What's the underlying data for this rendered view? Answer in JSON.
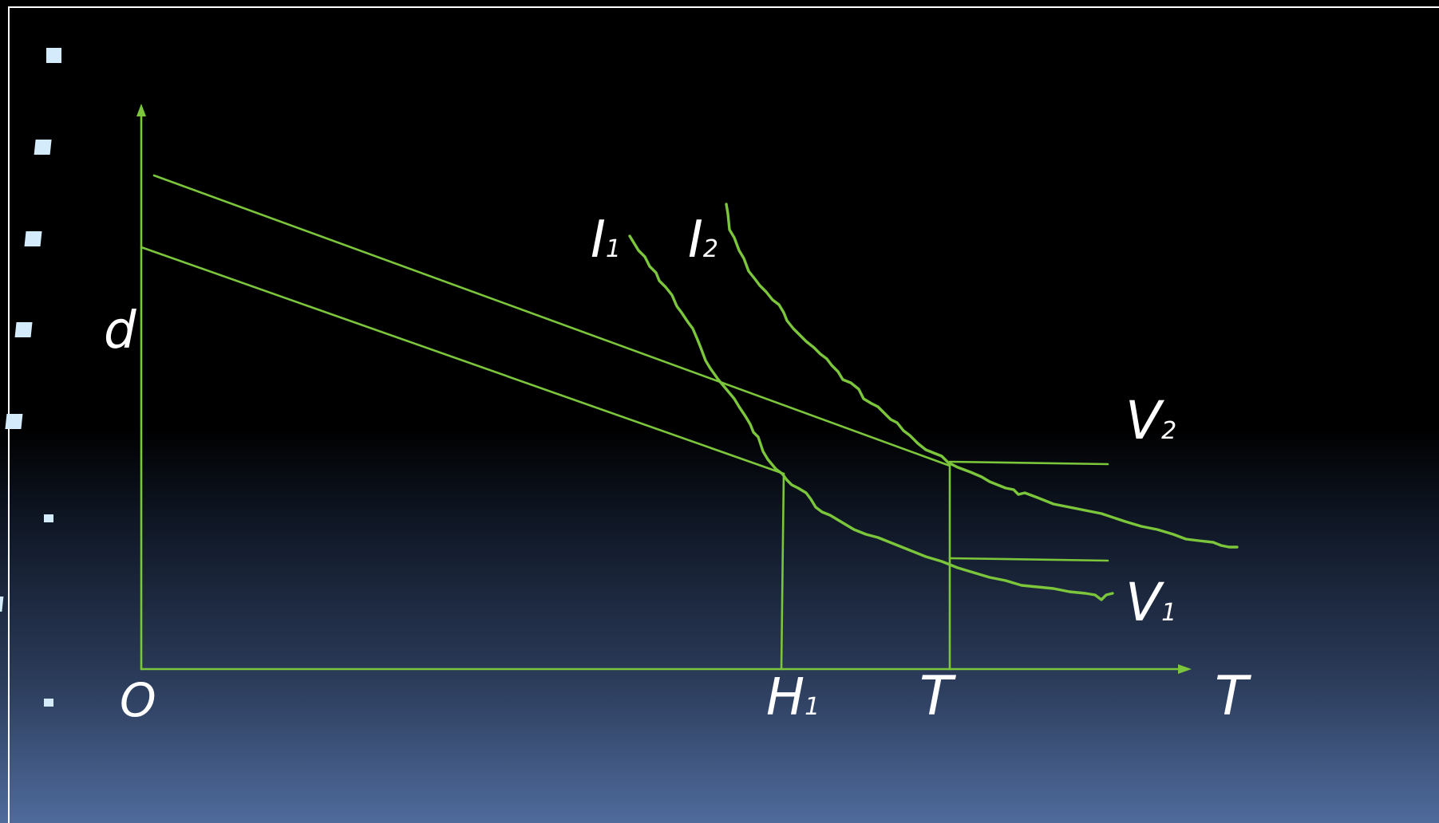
{
  "diagram": {
    "labels": {
      "d": "d",
      "origin": "O",
      "H": "H",
      "H_sub": "1",
      "T_mid": "T",
      "T_axis": "T",
      "I1": "I",
      "I1_sub": "1",
      "I2": "I",
      "I2_sub": "2",
      "V1": "V",
      "V1_sub": "1",
      "V2": "V",
      "V2_sub": "2"
    },
    "colors": {
      "line": "#7cc63c",
      "text": "#ffffff",
      "bullet": "#d4ebfb",
      "background_top": "#000000",
      "background_bottom": "#4f6b9c"
    }
  }
}
